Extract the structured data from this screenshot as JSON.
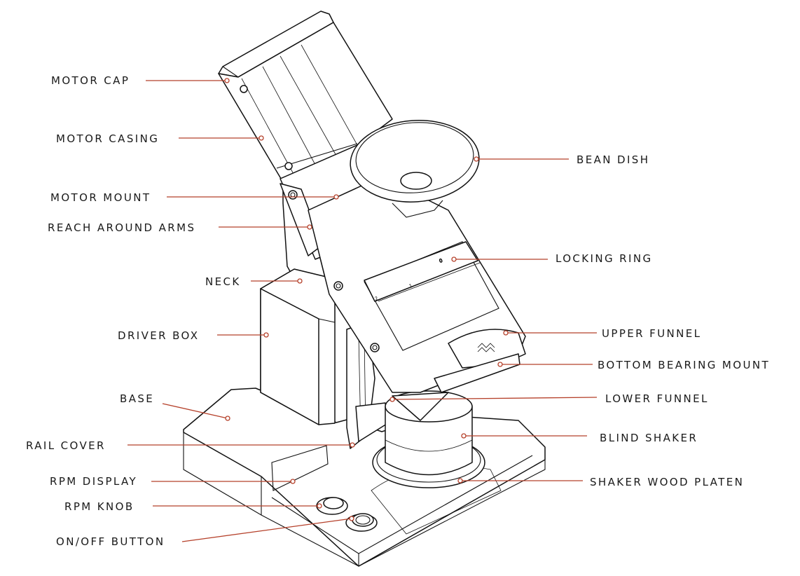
{
  "title": "",
  "accent_color": "#b5402a",
  "line_color": "#111111",
  "labels": {
    "motor_cap": "MOTOR CAP",
    "motor_casing": "MOTOR CASING",
    "motor_mount": "MOTOR MOUNT",
    "reach_around_arms": "REACH AROUND ARMS",
    "neck": "NECK",
    "driver_box": "DRIVER BOX",
    "base": "BASE",
    "rail_cover": "RAIL COVER",
    "rpm_display": "RPM DISPLAY",
    "rpm_knob": "RPM KNOB",
    "on_off_button": "ON/OFF BUTTON",
    "bean_dish": "BEAN DISH",
    "locking_ring": "LOCKING RING",
    "upper_funnel": "UPPER FUNNEL",
    "bottom_bearing_mount": "BOTTOM BEARING MOUNT",
    "lower_funnel": "LOWER FUNNEL",
    "blind_shaker": "BLIND SHAKER",
    "shaker_wood_platen": "SHAKER WOOD PLATEN"
  },
  "scale_numbers": [
    "0",
    "1",
    "2"
  ]
}
